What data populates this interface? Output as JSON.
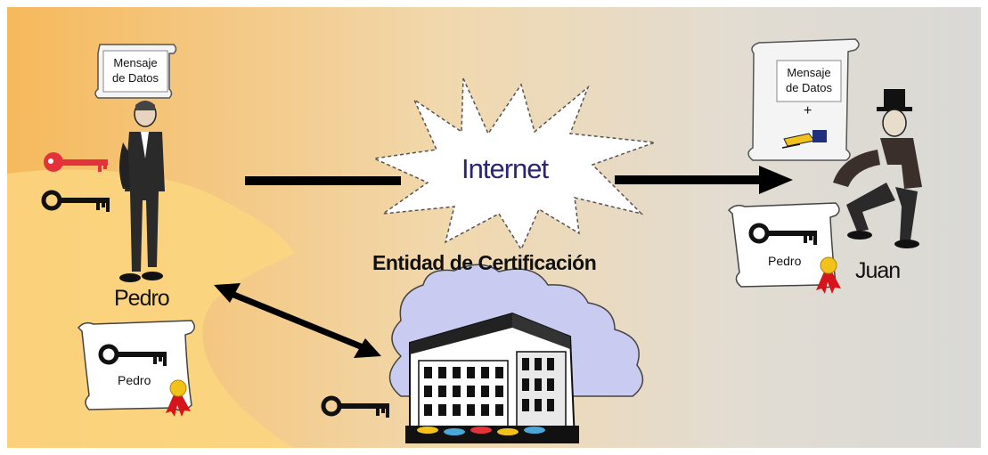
{
  "pedro_message": {
    "line1": "Mensaje",
    "line2": "de Datos"
  },
  "juan_message": {
    "line1": "Mensaje",
    "line2": "de Datos",
    "plus": "+"
  },
  "internet_label": "Internet",
  "ca_label": "Entidad de Certificación",
  "pedro_name": "Pedro",
  "juan_name": "Juan",
  "cert_owner_juan_side": "Pedro",
  "cert_owner_pedro_side": "Pedro",
  "colors": {
    "gradient_left": "#f6b95c",
    "gradient_mid": "#f1d8ad",
    "gradient_right": "#d9d9d6",
    "shape": "#fbd680",
    "private_key": "#e3323c",
    "public_key": "#111111",
    "cloud": "#c9ccf0",
    "ribbon": "#d6151b",
    "seal": "#f2c21b"
  },
  "icons": [
    "message-scroll-icon",
    "signed-message-scroll-icon",
    "private-key-icon",
    "public-key-icon",
    "certificate-scroll-icon",
    "building-icon",
    "cloud-icon",
    "person-icon",
    "signature-hand-icon",
    "seal-ribbon-icon"
  ]
}
